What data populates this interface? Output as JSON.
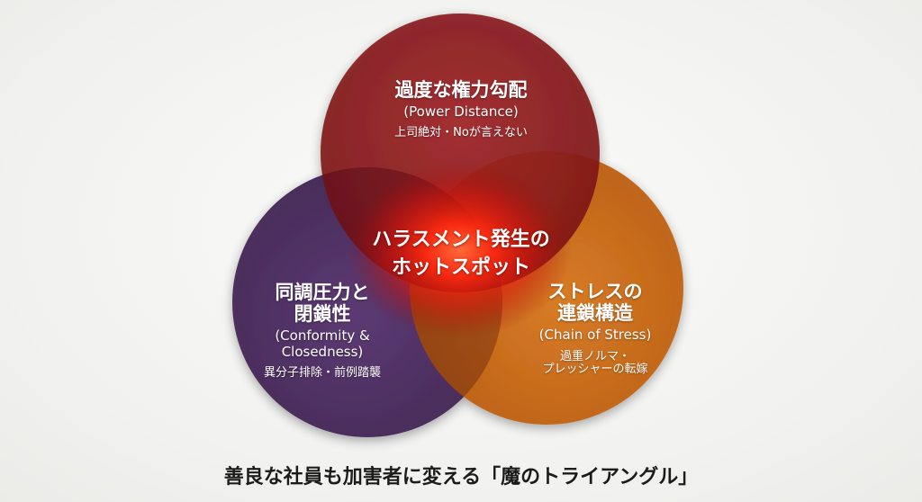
{
  "circles": {
    "top": {
      "title": "過度な権力勾配",
      "subtitle": "(Power Distance)",
      "description": "上司絶対・Noが言えない",
      "color": "#8a1a1c"
    },
    "left": {
      "title_line1": "同調圧力と",
      "title_line2": "閉鎖性",
      "subtitle_line1": "(Conformity &",
      "subtitle_line2": "Closedness)",
      "description": "異分子排除・前例踏襲",
      "color": "#4a2a5e"
    },
    "right": {
      "title_line1": "ストレスの",
      "title_line2": "連鎖構造",
      "subtitle": "(Chain of Stress)",
      "description_line1": "過重ノルマ・",
      "description_line2": "プレッシャーの転嫁",
      "color": "#c8650f"
    }
  },
  "center": {
    "line1": "ハラスメント発生の",
    "line2": "ホットスポット",
    "glow_color": "#ff2a10"
  },
  "caption": "善良な社員も加害者に変える「魔のトライアングル」"
}
